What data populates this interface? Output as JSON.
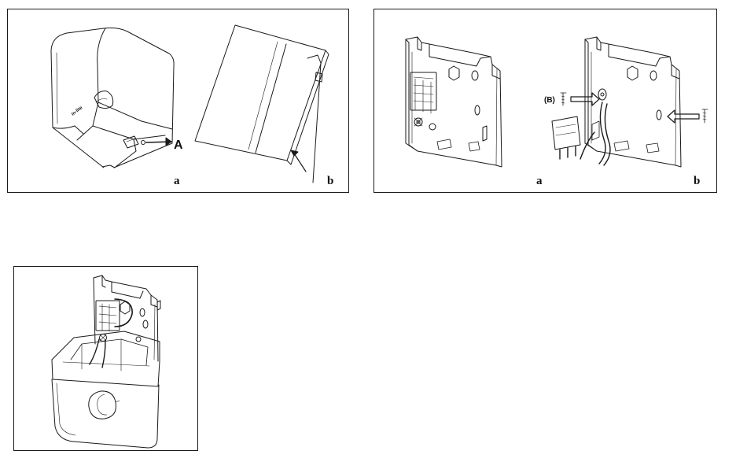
{
  "figures": [
    {
      "brand_mark": "in-lite",
      "callouts": [
        {
          "label": "A"
        }
      ],
      "sub_figures": [
        {
          "label": "a"
        },
        {
          "label": "b"
        }
      ]
    },
    {
      "callouts": [
        {
          "label": "(B)"
        }
      ],
      "sub_figures": [
        {
          "label": "a"
        },
        {
          "label": "b"
        }
      ]
    },
    {
      "sub_figures": []
    }
  ],
  "style": {
    "line_color": "#1a1a1a",
    "frame_color": "#1a1a1a",
    "background": "#ffffff"
  }
}
